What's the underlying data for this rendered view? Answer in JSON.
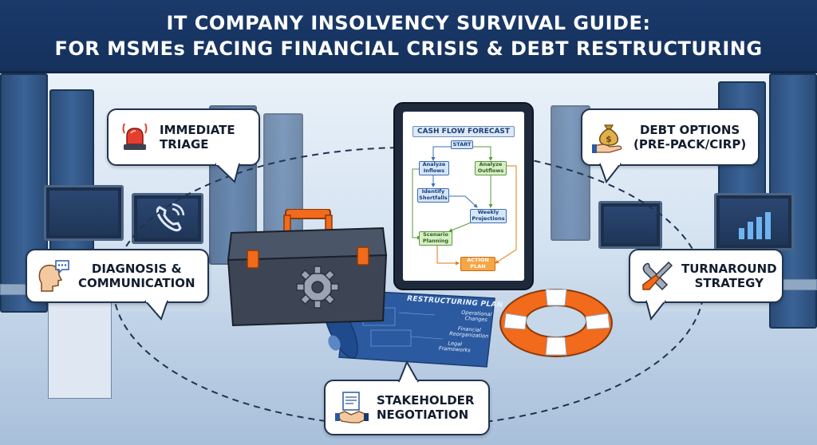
{
  "header": {
    "title_line1": "IT COMPANY INSOLVENCY SURVIVAL GUIDE:",
    "title_line2": "FOR MSMEs FACING FINANCIAL CRISIS & DEBT RESTRUCTURING"
  },
  "callouts": {
    "immediate_triage": {
      "line1": "IMMEDIATE",
      "line2": "TRIAGE",
      "icon": "siren-icon"
    },
    "diagnosis": {
      "line1": "DIAGNOSIS &",
      "line2": "COMMUNICATION",
      "icon": "speaking-head-icon"
    },
    "debt_options": {
      "line1": "DEBT OPTIONS",
      "line2": "(PRE-PACK/CIRP)",
      "icon": "money-bag-hand-icon"
    },
    "turnaround": {
      "line1": "TURNAROUND",
      "line2": "STRATEGY",
      "icon": "wrench-screwdriver-icon"
    },
    "stakeholder": {
      "line1": "STAKEHOLDER",
      "line2": "NEGOTIATION",
      "icon": "handshake-document-icon"
    }
  },
  "tablet": {
    "title": "CASH FLOW FORECAST",
    "nodes": {
      "start": "START",
      "analyze_inflows": "Analyze Inflows",
      "analyze_outflows": "Analyze Outflows",
      "identify_shortfalls": "Identify Shortfalls",
      "weekly_projections": "Weekly Projections",
      "scenario_planning": "Scenario Planning",
      "action_plan": "ACTION PLAN"
    }
  },
  "blueprint": {
    "title": "RESTRUCTURING PLAN",
    "labels": {
      "operational": "Operational Changes",
      "financial": "Financial Reorganization",
      "legal": "Legal Frameworks"
    }
  },
  "colors": {
    "header_bg": "#1a3a6b",
    "accent_orange": "#f26a1b",
    "blueprint_blue": "#2c5aa0",
    "callout_border": "#1f3350"
  },
  "icons": [
    "siren-icon",
    "speaking-head-icon",
    "money-bag-hand-icon",
    "wrench-screwdriver-icon",
    "handshake-document-icon",
    "toolbox-icon",
    "gear-icon",
    "phone-icon",
    "lifebuoy-icon"
  ]
}
